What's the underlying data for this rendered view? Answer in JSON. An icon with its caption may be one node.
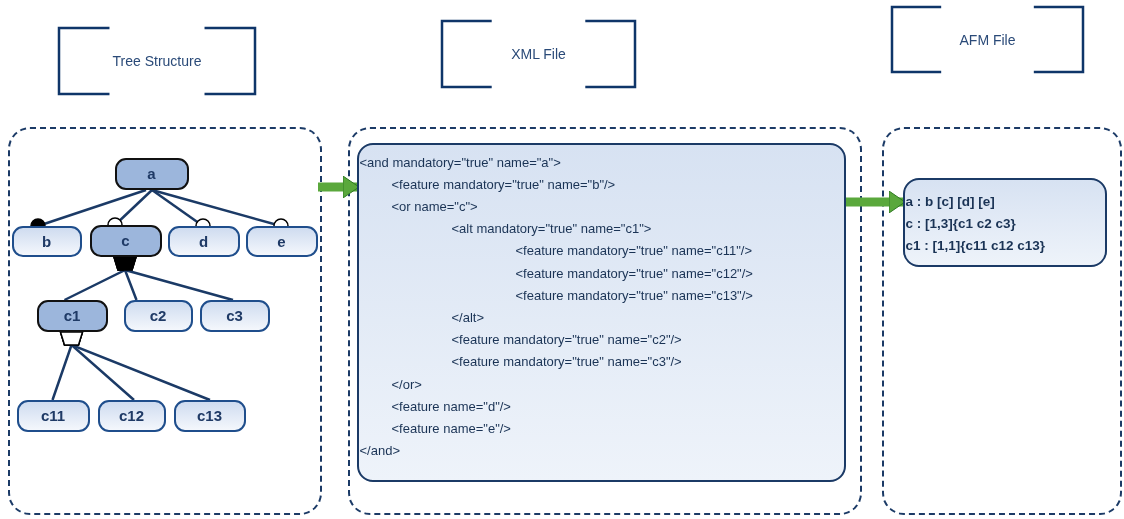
{
  "diagram": {
    "nodes": [
      {
        "text": [
          "Tree Structure"
        ]
      },
      {
        "text": [
          "XML File"
        ]
      },
      {
        "text": [
          "AFM File"
        ]
      },
      {
        "text": [],
        "shape": "box"
      },
      {
        "text": [],
        "shape": "box"
      },
      {
        "text": [],
        "shape": "box"
      },
      {
        "text": [
          "a"
        ],
        "in": 3
      },
      {
        "text": [
          "b"
        ],
        "in": 3
      },
      {
        "text": [
          "c"
        ],
        "in": 3
      },
      {
        "text": [
          "d"
        ],
        "in": 3
      },
      {
        "text": [
          "e"
        ],
        "in": 3
      },
      {
        "text": [
          "c1"
        ],
        "in": 3
      },
      {
        "text": [
          "c2"
        ],
        "in": 3
      },
      {
        "text": [
          "c3"
        ],
        "in": 3
      },
      {
        "text": [
          "c11"
        ],
        "in": 3
      },
      {
        "text": [
          "c12"
        ],
        "in": 3
      },
      {
        "text": [
          "c13"
        ],
        "in": 3
      },
      {
        "text": [
          "<and mandatory=\"true\" name=\"a\">",
          "<feature mandatory=\"true\" name=\"b\"/>",
          "<or name=\"c\">",
          "<alt mandatory=\"true\" name=\"c1\">",
          "<feature mandatory=\"true\" name=\"c11\"/>",
          "<feature mandatory=\"true\" name=\"c12\"/>",
          "<feature mandatory=\"true\" name=\"c13\"/>",
          "</alt>",
          "<feature mandatory=\"true\" name=\"c2\"/>",
          "<feature mandatory=\"true\" name=\"c3\"/>",
          "</or>",
          "<feature name=\"d\"/>",
          "<feature name=\"e\"/>",
          "</and>"
        ],
        "in": 4
      },
      {
        "text": [
          "a : b [c] [d] [e]",
          "c : [1,3]{c1 c2 c3}",
          "c1 : [1,1]{c11 c12 c13}"
        ],
        "in": 5
      }
    ],
    "edges": [
      {
        "from": 6,
        "to": 7,
        "arrow": "other"
      },
      {
        "from": 6,
        "to": 8,
        "arrow": "other"
      },
      {
        "from": 6,
        "to": 9,
        "arrow": "other"
      },
      {
        "from": 6,
        "to": 10,
        "arrow": "other"
      },
      {
        "from": 8,
        "to": 11,
        "arrow": "other"
      },
      {
        "from": 8,
        "to": 12,
        "arrow": "other"
      },
      {
        "from": 8,
        "to": 13,
        "arrow": "other"
      },
      {
        "from": 11,
        "to": 14,
        "arrow": "other"
      },
      {
        "from": 11,
        "to": 15,
        "arrow": "other"
      },
      {
        "from": 11,
        "to": 16,
        "arrow": "other"
      },
      {
        "from": 3,
        "to": 17,
        "arrow": "to",
        "style": "thick",
        "color": "#5aa83c"
      },
      {
        "from": 17,
        "to": 18,
        "arrow": "to",
        "style": "thick",
        "color": "#5aa83c"
      }
    ]
  }
}
